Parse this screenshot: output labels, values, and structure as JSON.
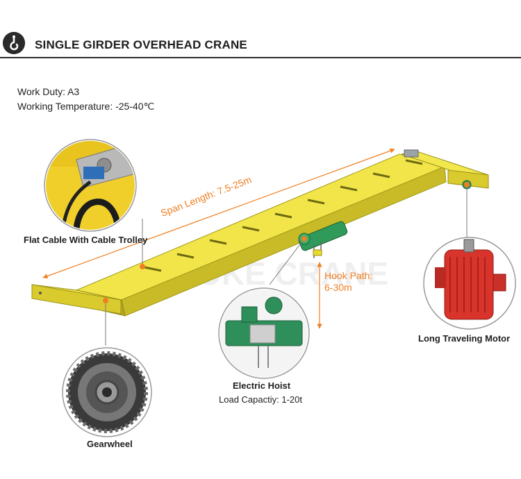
{
  "header": {
    "title": "SINGLE GIRDER OVERHEAD CRANE",
    "logo_icon": "crane-hook-icon"
  },
  "specs": {
    "work_duty": "Work Duty: A3",
    "working_temperature": "Working Temperature: -25-40℃"
  },
  "dimensions": {
    "span_length": "Span Length: 7.5-25m",
    "hook_path_line1": "Hook Path:",
    "hook_path_line2": "6-30m"
  },
  "callouts": {
    "flat_cable": "Flat Cable With Cable Trolley",
    "electric_hoist": "Electric Hoist",
    "load_capacity": "Load Capactiy: 1-20t",
    "gearwheel": "Gearwheel",
    "long_traveling_motor": "Long Traveling Motor"
  },
  "watermark": "ZOKE CRANE",
  "colors": {
    "accent": "#f07f22",
    "girder": "#e8da30",
    "hoist": "#2f9a5a",
    "motor": "#d9342b"
  }
}
